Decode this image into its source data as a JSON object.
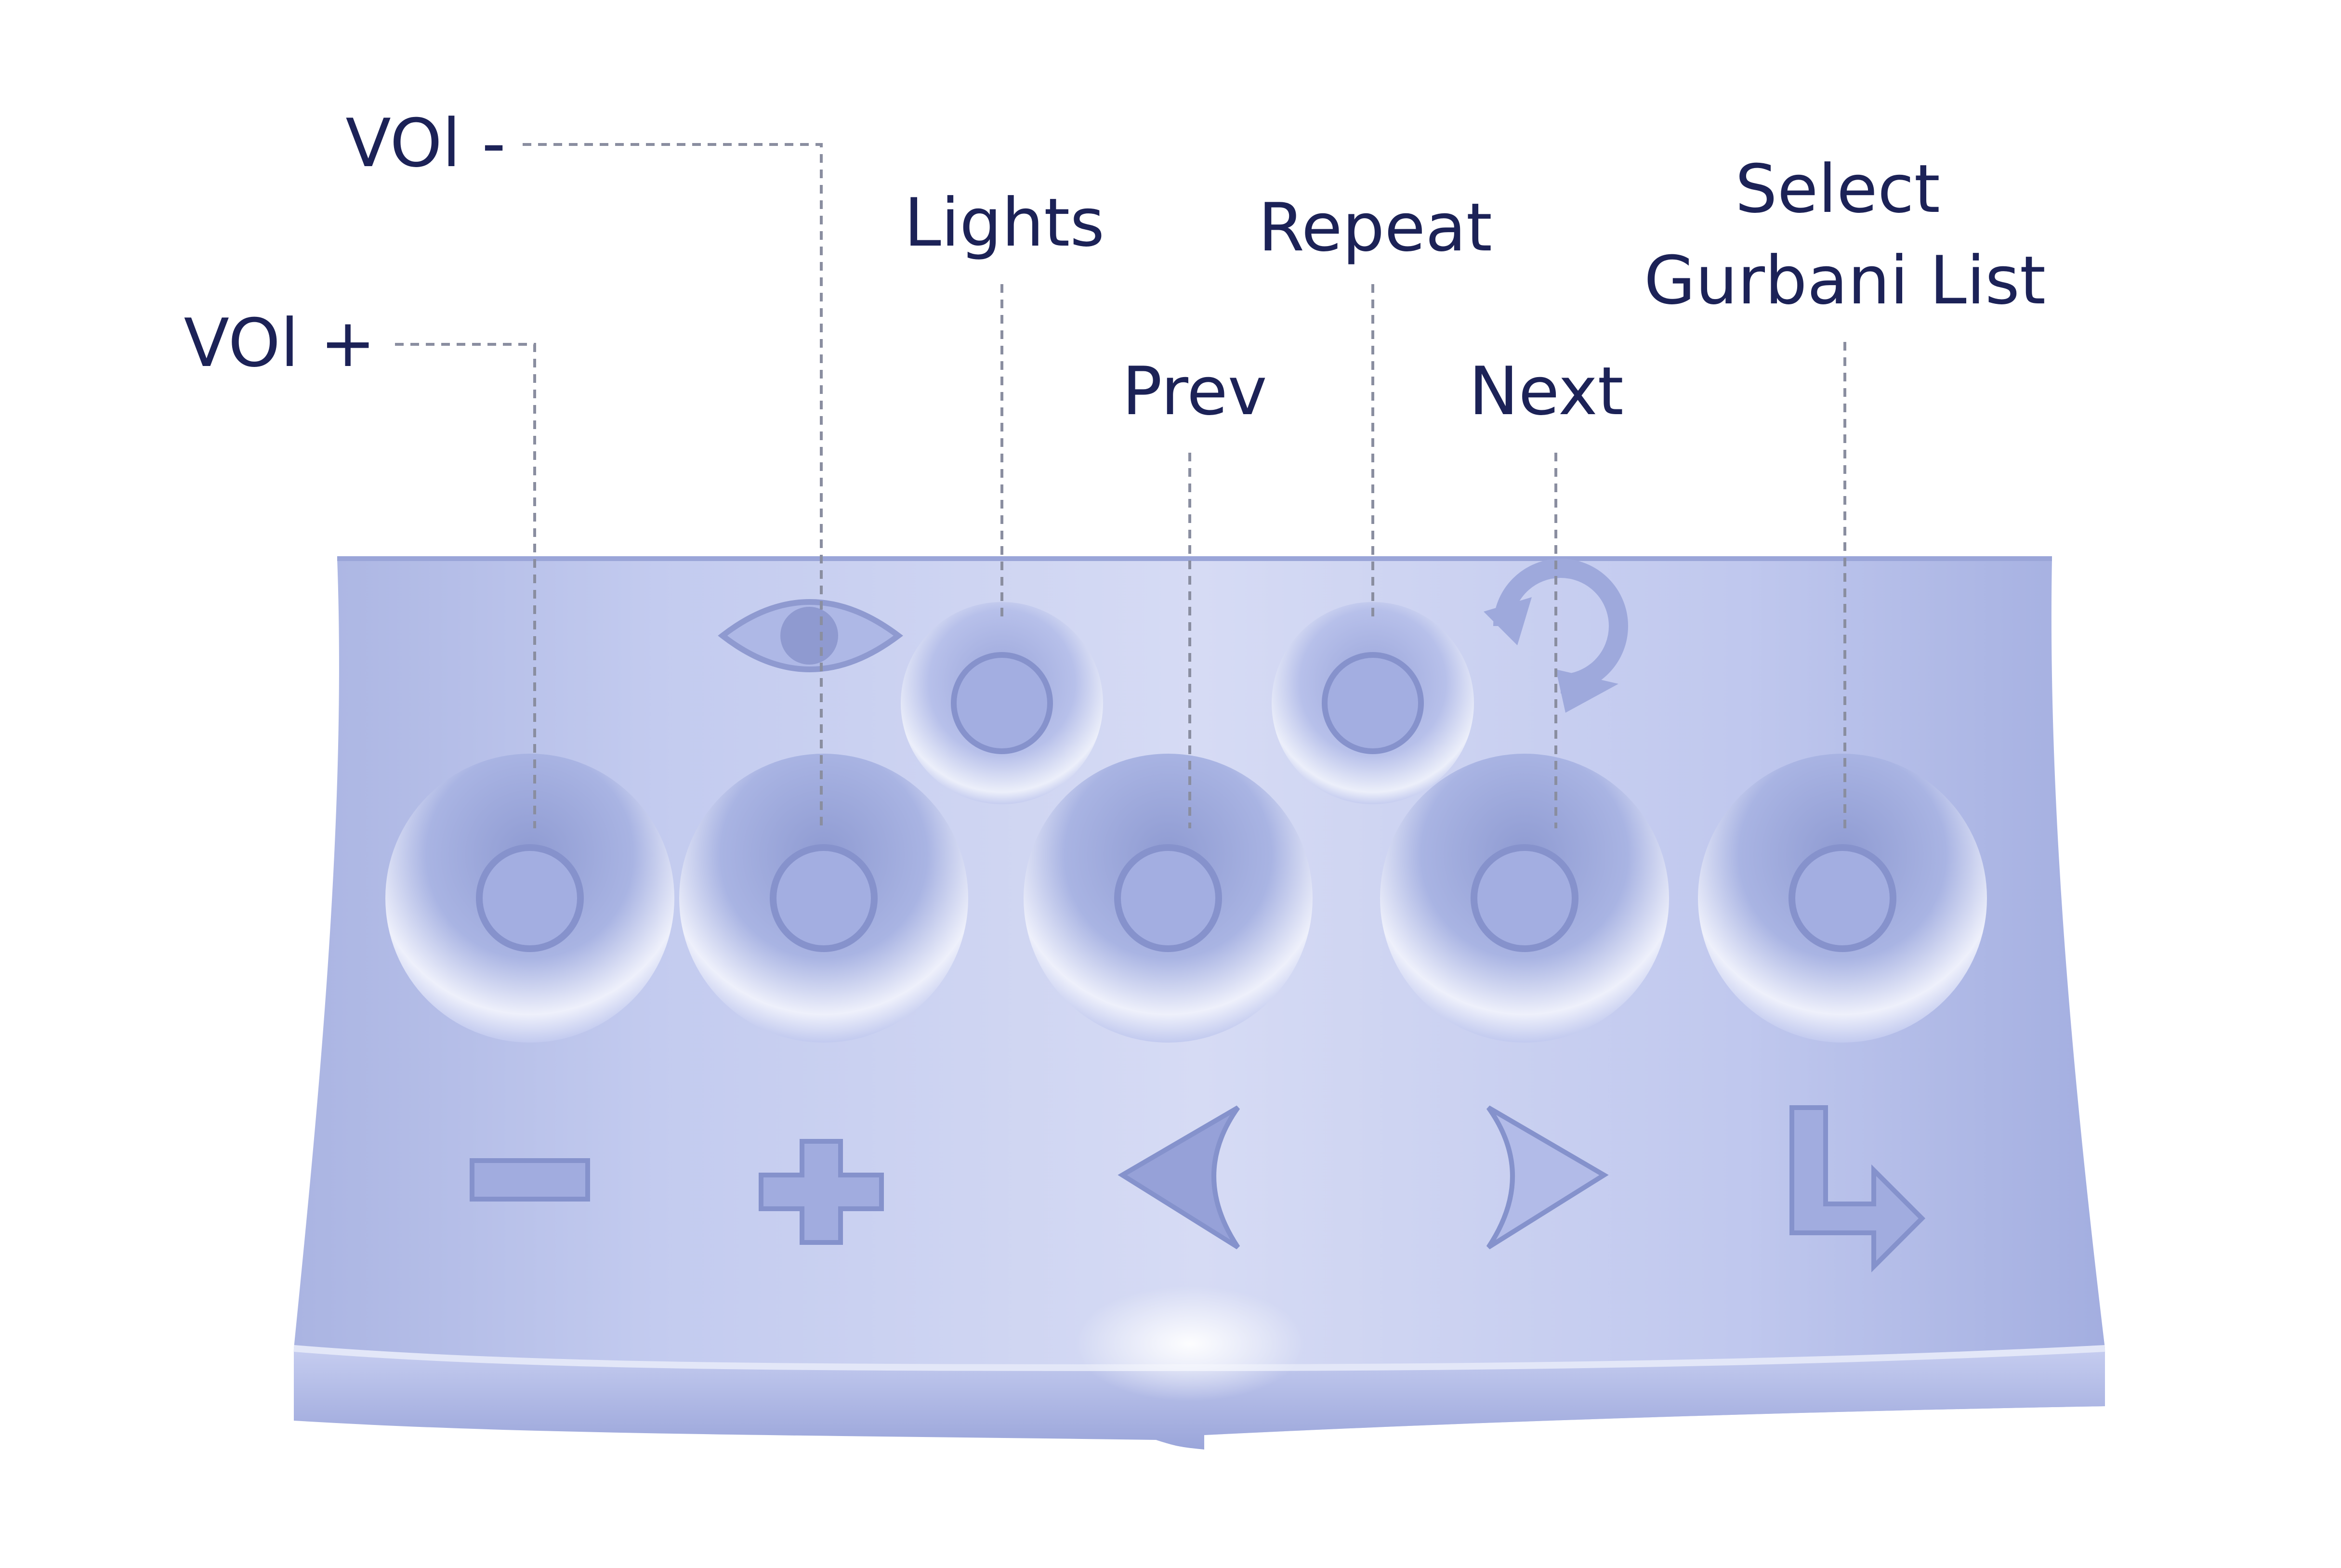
{
  "colors": {
    "label_text": "#1c2257",
    "leader_line": "#8a8ea0",
    "panel_base": "#b8c2ea",
    "panel_dark": "#8f9ad0",
    "panel_light": "#e6e9f8"
  },
  "callouts": [
    {
      "id": "vol-plus",
      "label": "VOl +"
    },
    {
      "id": "vol-minus",
      "label": "VOl -"
    },
    {
      "id": "lights",
      "label": "Lights"
    },
    {
      "id": "repeat",
      "label": "Repeat"
    },
    {
      "id": "prev",
      "label": "Prev"
    },
    {
      "id": "next",
      "label": "Next"
    },
    {
      "id": "select",
      "label_lines": [
        "Select",
        "Gurbani List"
      ]
    }
  ],
  "button_symbols": [
    "minus-icon",
    "plus-icon",
    "chevron-left-icon",
    "chevron-right-icon",
    "enter-arrow-icon",
    "eye-icon",
    "repeat-icon"
  ]
}
